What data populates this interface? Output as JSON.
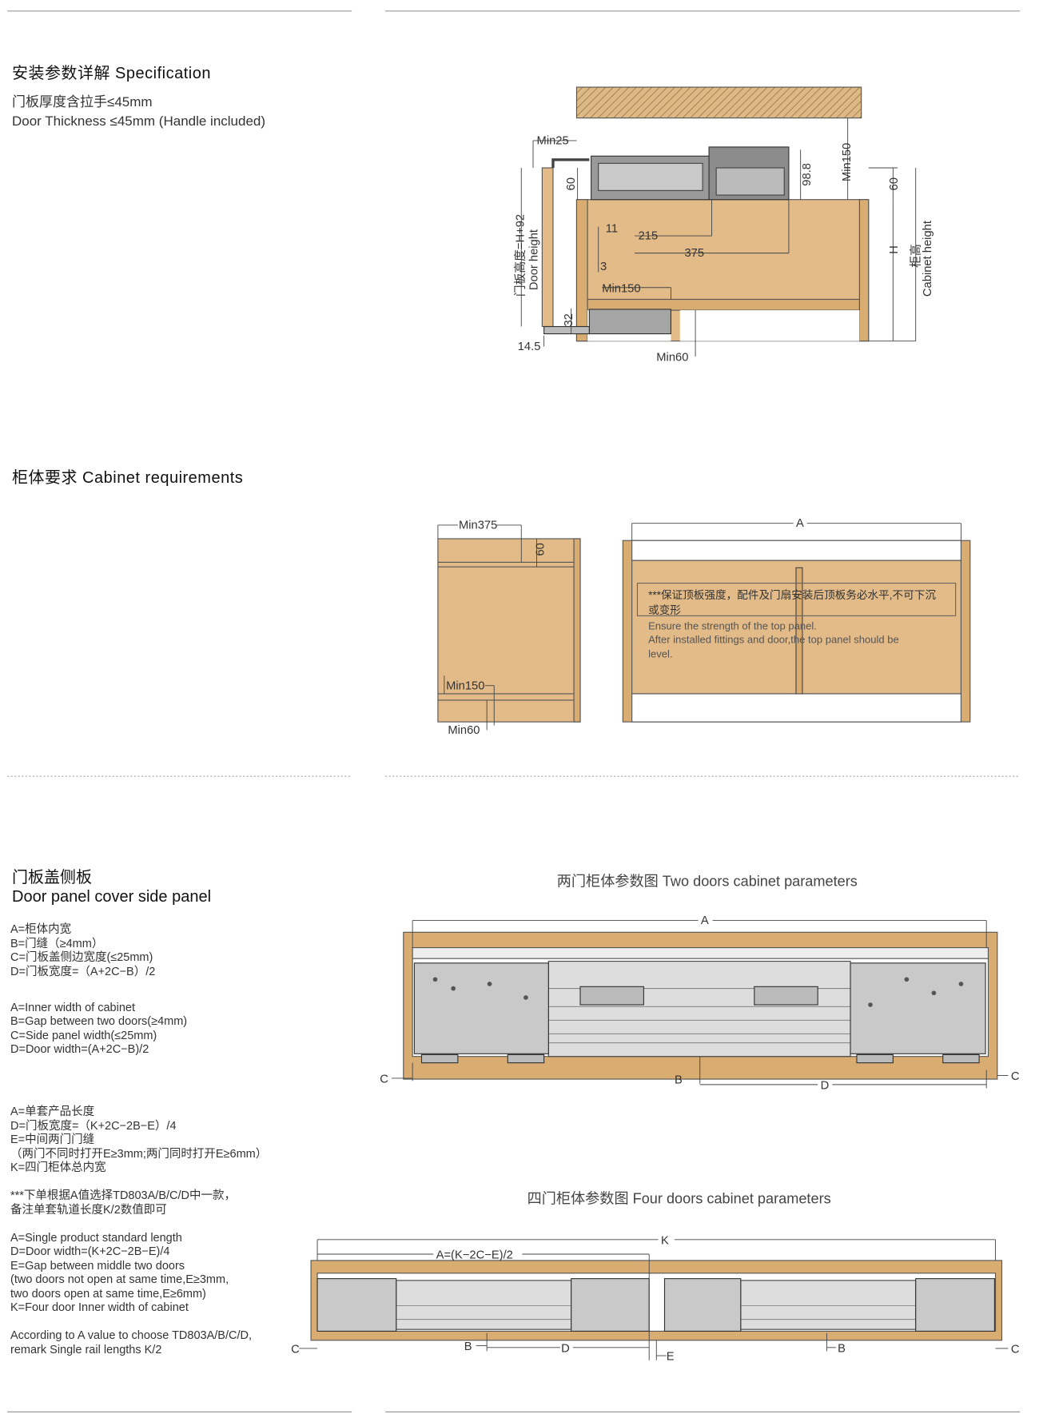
{
  "spec": {
    "heading": "安装参数详解 Specification",
    "lines": [
      "门板厚度含拉手≤45mm",
      "Door Thickness ≤45mm (Handle included)"
    ],
    "diagram_labels": {
      "min25": "Min25",
      "d60a": "60",
      "d98_8": "98.8",
      "min150_top": "Min150",
      "d60b": "60",
      "h": "H",
      "cabinet_height_cn": "柜高",
      "cabinet_height_en": "Cabinet height",
      "d11": "11",
      "d215": "215",
      "d375": "375",
      "d3": "3",
      "min150_mid": "Min150",
      "d32": "32",
      "d14_5": "14.5",
      "min60": "Min60",
      "door_height_cn": "门板高度=H+92",
      "door_height_en": "Door height"
    }
  },
  "cabinet": {
    "heading": "柜体要求   Cabinet requirements",
    "labels": {
      "min375": "Min375",
      "d60": "60",
      "min150": "Min150",
      "min60": "Min60",
      "a": "A"
    },
    "note_cn": [
      "***保证顶板强度，配件及门扇安装后顶板务必水平,不可下沉",
      "或变形"
    ],
    "note_en": [
      "Ensure the strength of the top panel.",
      "After installed fittings and door,the top panel  should be",
      "level."
    ]
  },
  "door_panel": {
    "heading_cn": "门板盖侧板",
    "heading_en": "Door panel cover side panel",
    "two_door_cn": [
      "A=柜体内宽",
      "B=门缝（≥4mm）",
      "C=门板盖侧边宽度(≤25mm)",
      "D=门板宽度=（A+2C−B）/2"
    ],
    "two_door_en": [
      "A=Inner width of cabinet",
      "B=Gap between two doors(≥4mm)",
      "C=Side panel width(≤25mm)",
      "D=Door width=(A+2C−B)/2"
    ],
    "four_door_cn": [
      "A=单套产品长度",
      "D=门板宽度=（K+2C−2B−E）/4",
      "E=中间两门门缝",
      "（两门不同时打开E≥3mm;两门同时打开E≥6mm）",
      "K=四门柜体总内宽"
    ],
    "order_note_cn": [
      "***下单根据A值选择TD803A/B/C/D中一款，",
      "备注单套轨道长度K/2数值即可"
    ],
    "four_door_en": [
      "A=Single product standard length",
      "D=Door width=(K+2C−2B−E)/4",
      "E=Gap between middle two doors",
      "(two doors not open at same time,E≥3mm,",
      "two doors open at same time,E≥6mm)",
      "K=Four door Inner width of cabinet"
    ],
    "order_note_en": [
      "According to A value to choose TD803A/B/C/D,",
      "remark Single rail lengths K/2"
    ]
  },
  "two_door": {
    "title": "两门柜体参数图 Two doors cabinet parameters",
    "labels": {
      "a": "A",
      "c_left": "C",
      "b": "B",
      "d": "D",
      "c_right": "C"
    }
  },
  "four_door": {
    "title": "四门柜体参数图 Four doors cabinet parameters",
    "labels": {
      "k": "K",
      "a": "A=(K−2C−E)/2",
      "c_left": "C",
      "b_left": "B",
      "d": "D",
      "e": "E",
      "b_right": "B",
      "c_right": "C"
    }
  }
}
